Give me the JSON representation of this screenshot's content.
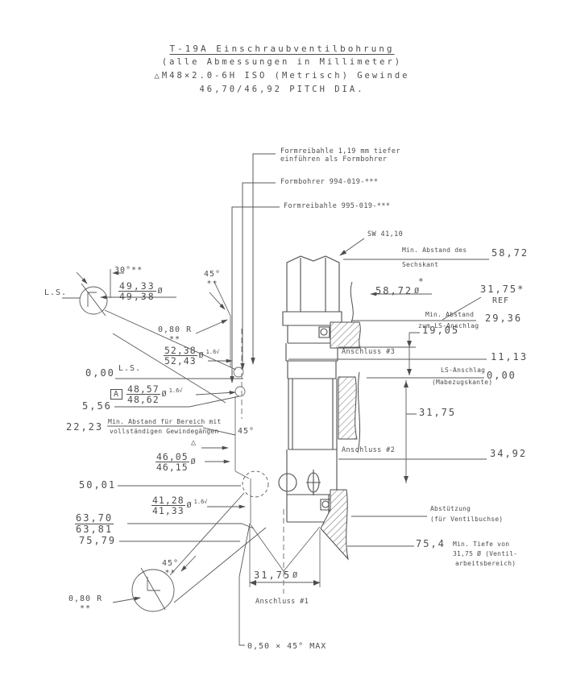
{
  "title": {
    "line1": "T-19A Einschraubventilbohrung",
    "line2": "(alle Abmessungen in Millimeter)",
    "line3": "△M48×2.0-6H ISO (Metrisch) Gewinde",
    "line4": "46,70/46,92 PITCH DIA."
  },
  "callouts": {
    "reamer_note1": "Formreibahle 1,19 mm tiefer",
    "reamer_note2": "einführen als Formbohrer",
    "form_drill": "Formbohrer 994-019-***",
    "form_reamer": "Formreibahle 995-019-***",
    "wrench": "SW 41,10"
  },
  "sym": {
    "dia": "Ø",
    "star": "*",
    "stars": "**",
    "finish": "1.6√",
    "flag": "△",
    "datum": "A",
    "ls": "L.S."
  },
  "left": {
    "angle30": "30°**",
    "dia49_top": "49,33",
    "dia49_bot": "49,38",
    "r080": "0,80 R",
    "angle45": "45°",
    "dia52_top": "52,38",
    "dia52_bot": "52,43",
    "zero": "0,00",
    "dia48_top": "48,57",
    "dia48_bot": "48,62",
    "d556": "5,56",
    "d2223": "22,23",
    "thread_note1": "Min. Abstand für Bereich mit",
    "thread_note2": "vollständigen Gewindegängen",
    "dia46_top": "46,05",
    "dia46_bot": "46,15",
    "d5001": "50,01",
    "angle45_mid": "45°",
    "dia41_top": "41,28",
    "dia41_bot": "41,33",
    "d6370_top": "63,70",
    "d6370_bot": "63,81",
    "d7579": "75,79",
    "chamfer": "0,50 × 45° MAX"
  },
  "right": {
    "hex_note1": "Min. Abstand des",
    "hex_note2": "Sechskant",
    "hex_val": "58,72",
    "dia5872": "58,72",
    "ref_val": "31,75*",
    "ref": "REF",
    "ls_note1": "Min. Abstand",
    "ls_note2": "zum LS-Anschlag",
    "ls_val": "29,36",
    "d1905": "19,05",
    "port3": "Anschluss #3",
    "port3_val": "11,13",
    "lsa1": "LS-Anschlag",
    "lsa2": "(Mabezugskante)",
    "lsa_val": "0,00",
    "d3175": "31,75",
    "port2": "Anschluss #2",
    "port2_val": "34,92",
    "support1": "Abstützung",
    "support2": "(für Ventilbuchse)",
    "depth_val": "75,4",
    "depth1": "Min. Tiefe von",
    "depth2": "31,75 Ø (Ventil-",
    "depth3": "arbeitsbereich)"
  },
  "bottom": {
    "dia3175": "31,75",
    "port1": "Anschluss #1"
  }
}
